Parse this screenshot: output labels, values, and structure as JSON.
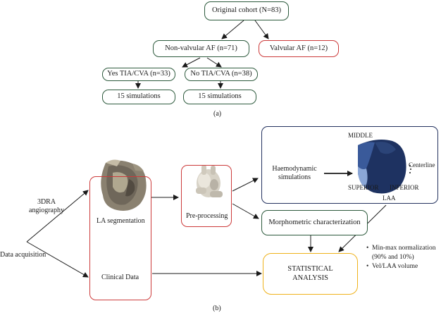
{
  "tree": {
    "original": "Original cohort (N=83)",
    "nonvalvular": "Non-valvular AF (n=71)",
    "valvular": "Valvular AF (n=12)",
    "yes_tia": "Yes TIA/CVA (n=33)",
    "no_tia": "No TIA/CVA (n=38)",
    "sim_left": "15 simulations",
    "sim_right": "15 simulations",
    "label": "(a)"
  },
  "pipeline": {
    "data_acquisition": "Data acquisition",
    "angio_line1": "3DRA",
    "angio_line2": "angiography",
    "la_segmentation": "LA segmentation",
    "clinical_data": "Clinical Data",
    "preprocessing": "Pre-processing",
    "haemo_line1": "Haemodynamic",
    "haemo_line2": "simulations",
    "middle": "MIDDLE",
    "centerline": "Centerline",
    "superior": "SUPERIOR",
    "inferior": "INFERIOR",
    "laa": "LAA",
    "morphometric": "Morphometric characterization",
    "stat_line1": "STATISTICAL",
    "stat_line2": "ANALYSIS",
    "bullet1_line1": "Min-max normalization",
    "bullet1_line2": "(90% and 10%)",
    "bullet2": "Vel/LAA volume",
    "label": "(b)"
  },
  "colors": {
    "green_border": "#2d5a3d",
    "red_border": "#cc3a3a",
    "navy_border": "#24325f",
    "orange_border": "#efb21b",
    "laa_dark": "#1e3261",
    "laa_mid": "#3a5a9a",
    "laa_light": "#8aa6d6"
  }
}
